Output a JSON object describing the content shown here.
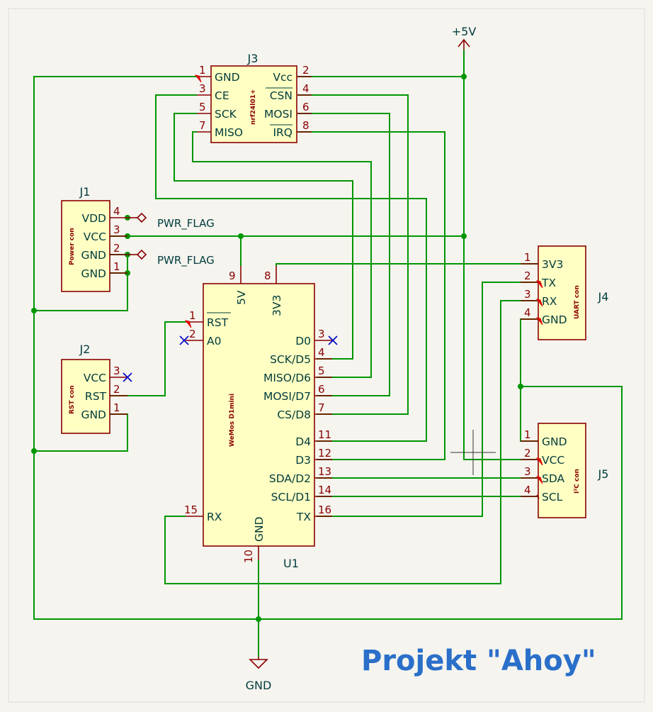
{
  "title": "Projekt \"Ahoy\"",
  "power": {
    "plus5v": "+5V",
    "gnd": "GND",
    "pwr_flag": "PWR_FLAG"
  },
  "j3": {
    "ref": "J3",
    "value": "nrf24l01+",
    "pins": [
      {
        "num": "1",
        "name": "GND"
      },
      {
        "num": "2",
        "name": "Vcc"
      },
      {
        "num": "3",
        "name": "CE"
      },
      {
        "num": "4",
        "name": "CSN"
      },
      {
        "num": "5",
        "name": "SCK"
      },
      {
        "num": "6",
        "name": "MOSI"
      },
      {
        "num": "7",
        "name": "MISO"
      },
      {
        "num": "8",
        "name": "IRQ"
      }
    ]
  },
  "j1": {
    "ref": "J1",
    "value": "Power con",
    "pins": [
      {
        "num": "4",
        "name": "VDD"
      },
      {
        "num": "3",
        "name": "VCC"
      },
      {
        "num": "2",
        "name": "GND"
      },
      {
        "num": "1",
        "name": "GND"
      }
    ]
  },
  "j2": {
    "ref": "J2",
    "value": "RST con",
    "pins": [
      {
        "num": "3",
        "name": "VCC"
      },
      {
        "num": "2",
        "name": "RST"
      },
      {
        "num": "1",
        "name": "GND"
      }
    ]
  },
  "j4": {
    "ref": "J4",
    "value": "UART con",
    "pins": [
      {
        "num": "1",
        "name": "3V3"
      },
      {
        "num": "2",
        "name": "TX"
      },
      {
        "num": "3",
        "name": "RX"
      },
      {
        "num": "4",
        "name": "GND"
      }
    ]
  },
  "j5": {
    "ref": "J5",
    "value": "I²C con",
    "pins": [
      {
        "num": "1",
        "name": "GND"
      },
      {
        "num": "2",
        "name": "VCC"
      },
      {
        "num": "3",
        "name": "SDA"
      },
      {
        "num": "4",
        "name": "SCL"
      }
    ]
  },
  "u1": {
    "ref": "U1",
    "value": "WeMos D1mini",
    "top_pins": [
      {
        "num": "9",
        "name": "5V"
      },
      {
        "num": "8",
        "name": "3V3"
      }
    ],
    "bottom_pins": [
      {
        "num": "10",
        "name": "GND"
      }
    ],
    "left_pins": [
      {
        "num": "1",
        "name": "RST"
      },
      {
        "num": "2",
        "name": "A0"
      },
      {
        "num": "15",
        "name": "RX"
      }
    ],
    "right_pins": [
      {
        "num": "3",
        "name": "D0"
      },
      {
        "num": "4",
        "name": "SCK/D5"
      },
      {
        "num": "5",
        "name": "MISO/D6"
      },
      {
        "num": "6",
        "name": "MOSI/D7"
      },
      {
        "num": "7",
        "name": "CS/D8"
      },
      {
        "num": "11",
        "name": "D4"
      },
      {
        "num": "12",
        "name": "D3"
      },
      {
        "num": "13",
        "name": "SDA/D2"
      },
      {
        "num": "14",
        "name": "SCL/D1"
      },
      {
        "num": "16",
        "name": "TX"
      }
    ]
  }
}
